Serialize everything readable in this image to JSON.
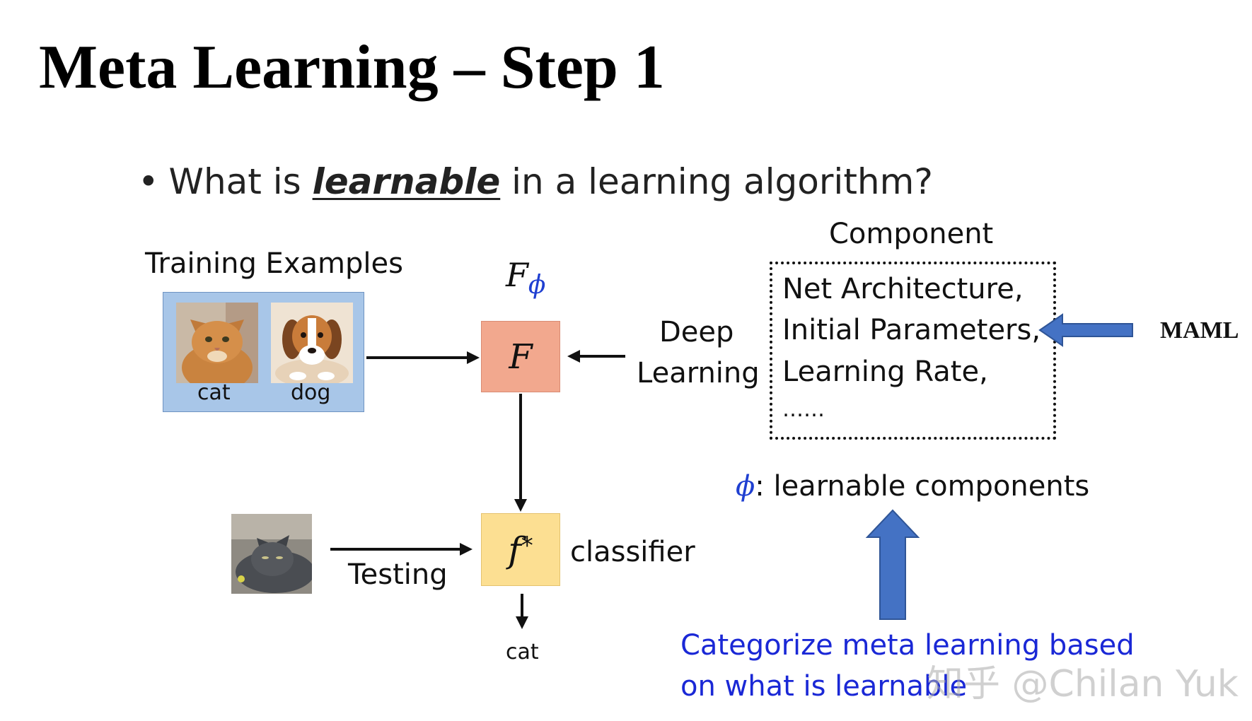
{
  "title": "Meta Learning – Step 1",
  "bullet": {
    "prefix": "What is ",
    "emphasis": "learnable",
    "suffix": " in a learning algorithm?"
  },
  "training": {
    "heading": "Training Examples",
    "pet_labels": [
      "cat",
      "dog"
    ]
  },
  "learner": {
    "symbol": "F",
    "param": "ϕ"
  },
  "deep_learning": [
    "Deep",
    "Learning"
  ],
  "component": {
    "heading": "Component",
    "items": [
      "Net Architecture,",
      "Initial Parameters,",
      "Learning Rate,",
      "……"
    ]
  },
  "maml_label": "MAML",
  "phi_caption": {
    "symbol": "ϕ",
    "text": ": learnable components"
  },
  "testing": {
    "label": "Testing",
    "classifier_symbol": "f",
    "classifier_sup": "*",
    "classifier_label": "classifier",
    "output": "cat"
  },
  "categorize_note": [
    "Categorize meta learning based",
    "on what is learnable"
  ],
  "watermark": "知乎 @Chilan Yuk",
  "colors": {
    "accent_blue": "#4472c4",
    "text_blue": "#1a28d6",
    "F_box": "#f2a88e",
    "f_box": "#fcdf92",
    "training_bg": "#a8c6e8"
  }
}
